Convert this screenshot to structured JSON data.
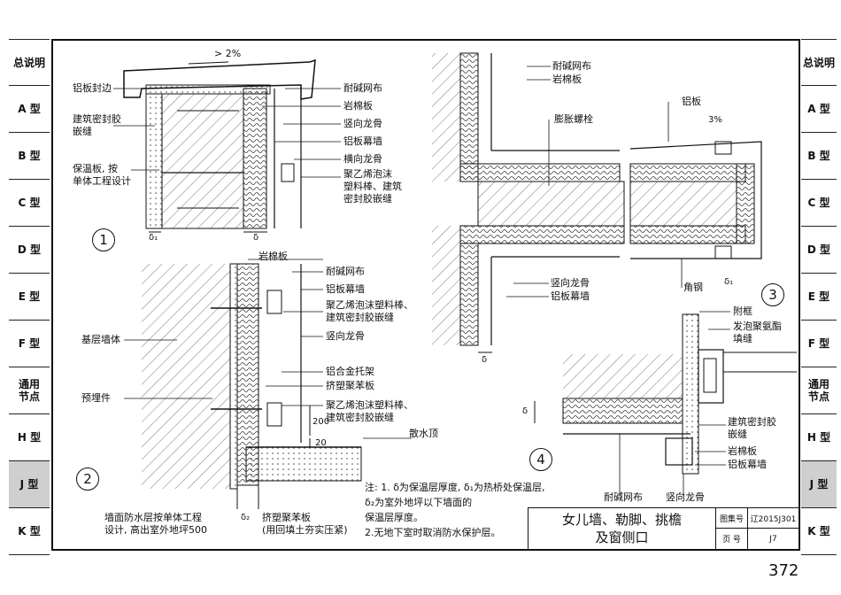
{
  "sidebar_left": [
    "总说明",
    "A 型",
    "B 型",
    "C 型",
    "D 型",
    "E 型",
    "F 型",
    "通用\n节点",
    "H 型",
    "J 型",
    "K 型"
  ],
  "sidebar_right": [
    "总说明",
    "A 型",
    "B 型",
    "C 型",
    "D 型",
    "E 型",
    "F 型",
    "通用\n节点",
    "H 型",
    "J 型",
    "K 型"
  ],
  "active_tab": "J 型",
  "detail1": {
    "number": "1",
    "slope": "> 2%",
    "left_labels": [
      "铝板封边",
      "建筑密封胶\n嵌缝",
      "保温板, 按\n单体工程设计"
    ],
    "right_labels": [
      "耐碱网布",
      "岩棉板",
      "竖向龙骨",
      "铝板幕墙",
      "横向龙骨",
      "聚乙烯泡沫\n塑料棒、建筑\n密封胶嵌缝"
    ],
    "dims": [
      "δ₁",
      "δ"
    ]
  },
  "detail2": {
    "number": "2",
    "left_labels": [
      "基层墙体",
      "预埋件"
    ],
    "right_labels": [
      "岩棉板",
      "耐碱网布",
      "铝板幕墙",
      "聚乙烯泡沫塑料棒、\n建筑密封胶嵌缝",
      "竖向龙骨",
      "铝合金托架",
      "挤塑聚苯板",
      "聚乙烯泡沫塑料棒、\n建筑密封胶嵌缝"
    ],
    "dims": [
      "200",
      "20"
    ],
    "ground_label": "散水顶",
    "bottom_left": "墙面防水层按单体工程\n设计, 高出室外地坪500",
    "bottom_dim": "δ₂",
    "bottom_right": "挤塑聚苯板\n(用回填土夯实压紧)"
  },
  "detail3": {
    "number": "3",
    "labels": [
      "耐碱网布",
      "岩棉板",
      "膨胀螺栓",
      "铝板",
      "3%",
      "竖向龙骨",
      "铝板幕墙",
      "角钢"
    ],
    "dims": [
      "δ",
      "δ₁"
    ]
  },
  "detail4": {
    "number": "4",
    "labels": [
      "附框",
      "发泡聚氨酯\n填缝",
      "建筑密封胶\n嵌缝",
      "岩棉板",
      "铝板幕墙",
      "耐碱网布",
      "竖向龙骨"
    ],
    "dims": [
      "δ"
    ]
  },
  "notes": "注: 1. δ为保温层厚度, δ₁为热桥处保温层,\n      δ₂为室外地坪以下墙面的\n      保温层厚度。\n   2.无地下室时取消防水保护层。",
  "title_block": {
    "title": "女儿墙、勒脚、挑檐\n及窗侧口",
    "atlas_label": "图集号",
    "atlas_value": "辽2015J301",
    "page_label": "页  号",
    "page_value": "J7"
  },
  "page_number": "372"
}
